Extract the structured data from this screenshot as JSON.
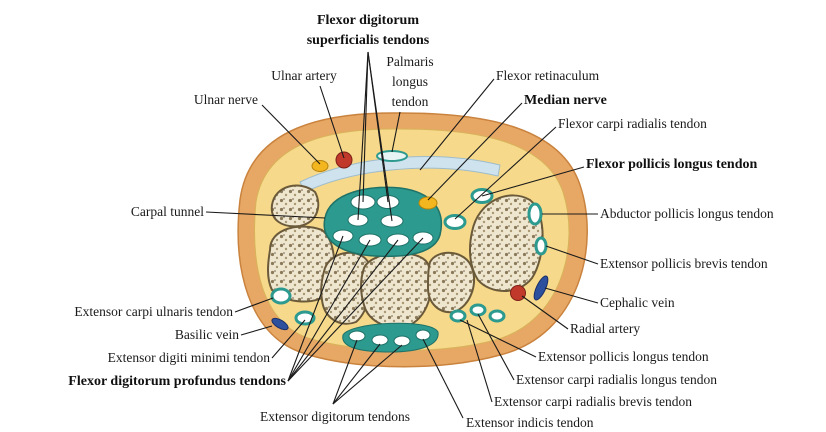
{
  "diagram": {
    "labels": {
      "fds": [
        "Flexor digitorum",
        "superficialis tendons"
      ],
      "ulnar_artery": "Ulnar artery",
      "palmaris": [
        "Palmaris",
        "longus",
        "tendon"
      ],
      "flexor_retinaculum": "Flexor retinaculum",
      "median_nerve": "Median nerve",
      "ulnar_nerve": "Ulnar nerve",
      "fcr": "Flexor carpi radialis tendon",
      "fpl": "Flexor pollicis longus tendon",
      "carpal_tunnel": "Carpal tunnel",
      "apl": "Abductor pollicis longus tendon",
      "epb": "Extensor pollicis brevis tendon",
      "cephalic_vein": "Cephalic vein",
      "ecu": "Extensor carpi ulnaris tendon",
      "radial_artery": "Radial artery",
      "basilic_vein": "Basilic vein",
      "edm": "Extensor digiti minimi tendon",
      "epl": "Extensor pollicis longus tendon",
      "fdp": "Flexor digitorum profundus tendons",
      "ecrl": "Extensor carpi radialis longus tendon",
      "ecrb": "Extensor carpi radialis brevis tendon",
      "ed": "Extensor digitorum tendons",
      "ei": "Extensor indicis tendon"
    },
    "colors": {
      "skin": "#e8a865",
      "fat": "#f6d98a",
      "bone": "#efe6cf",
      "sheath": "#2d9a8f",
      "artery": "#c0392b",
      "vein": "#2c4f9e",
      "nerve": "#f3b61f"
    }
  }
}
